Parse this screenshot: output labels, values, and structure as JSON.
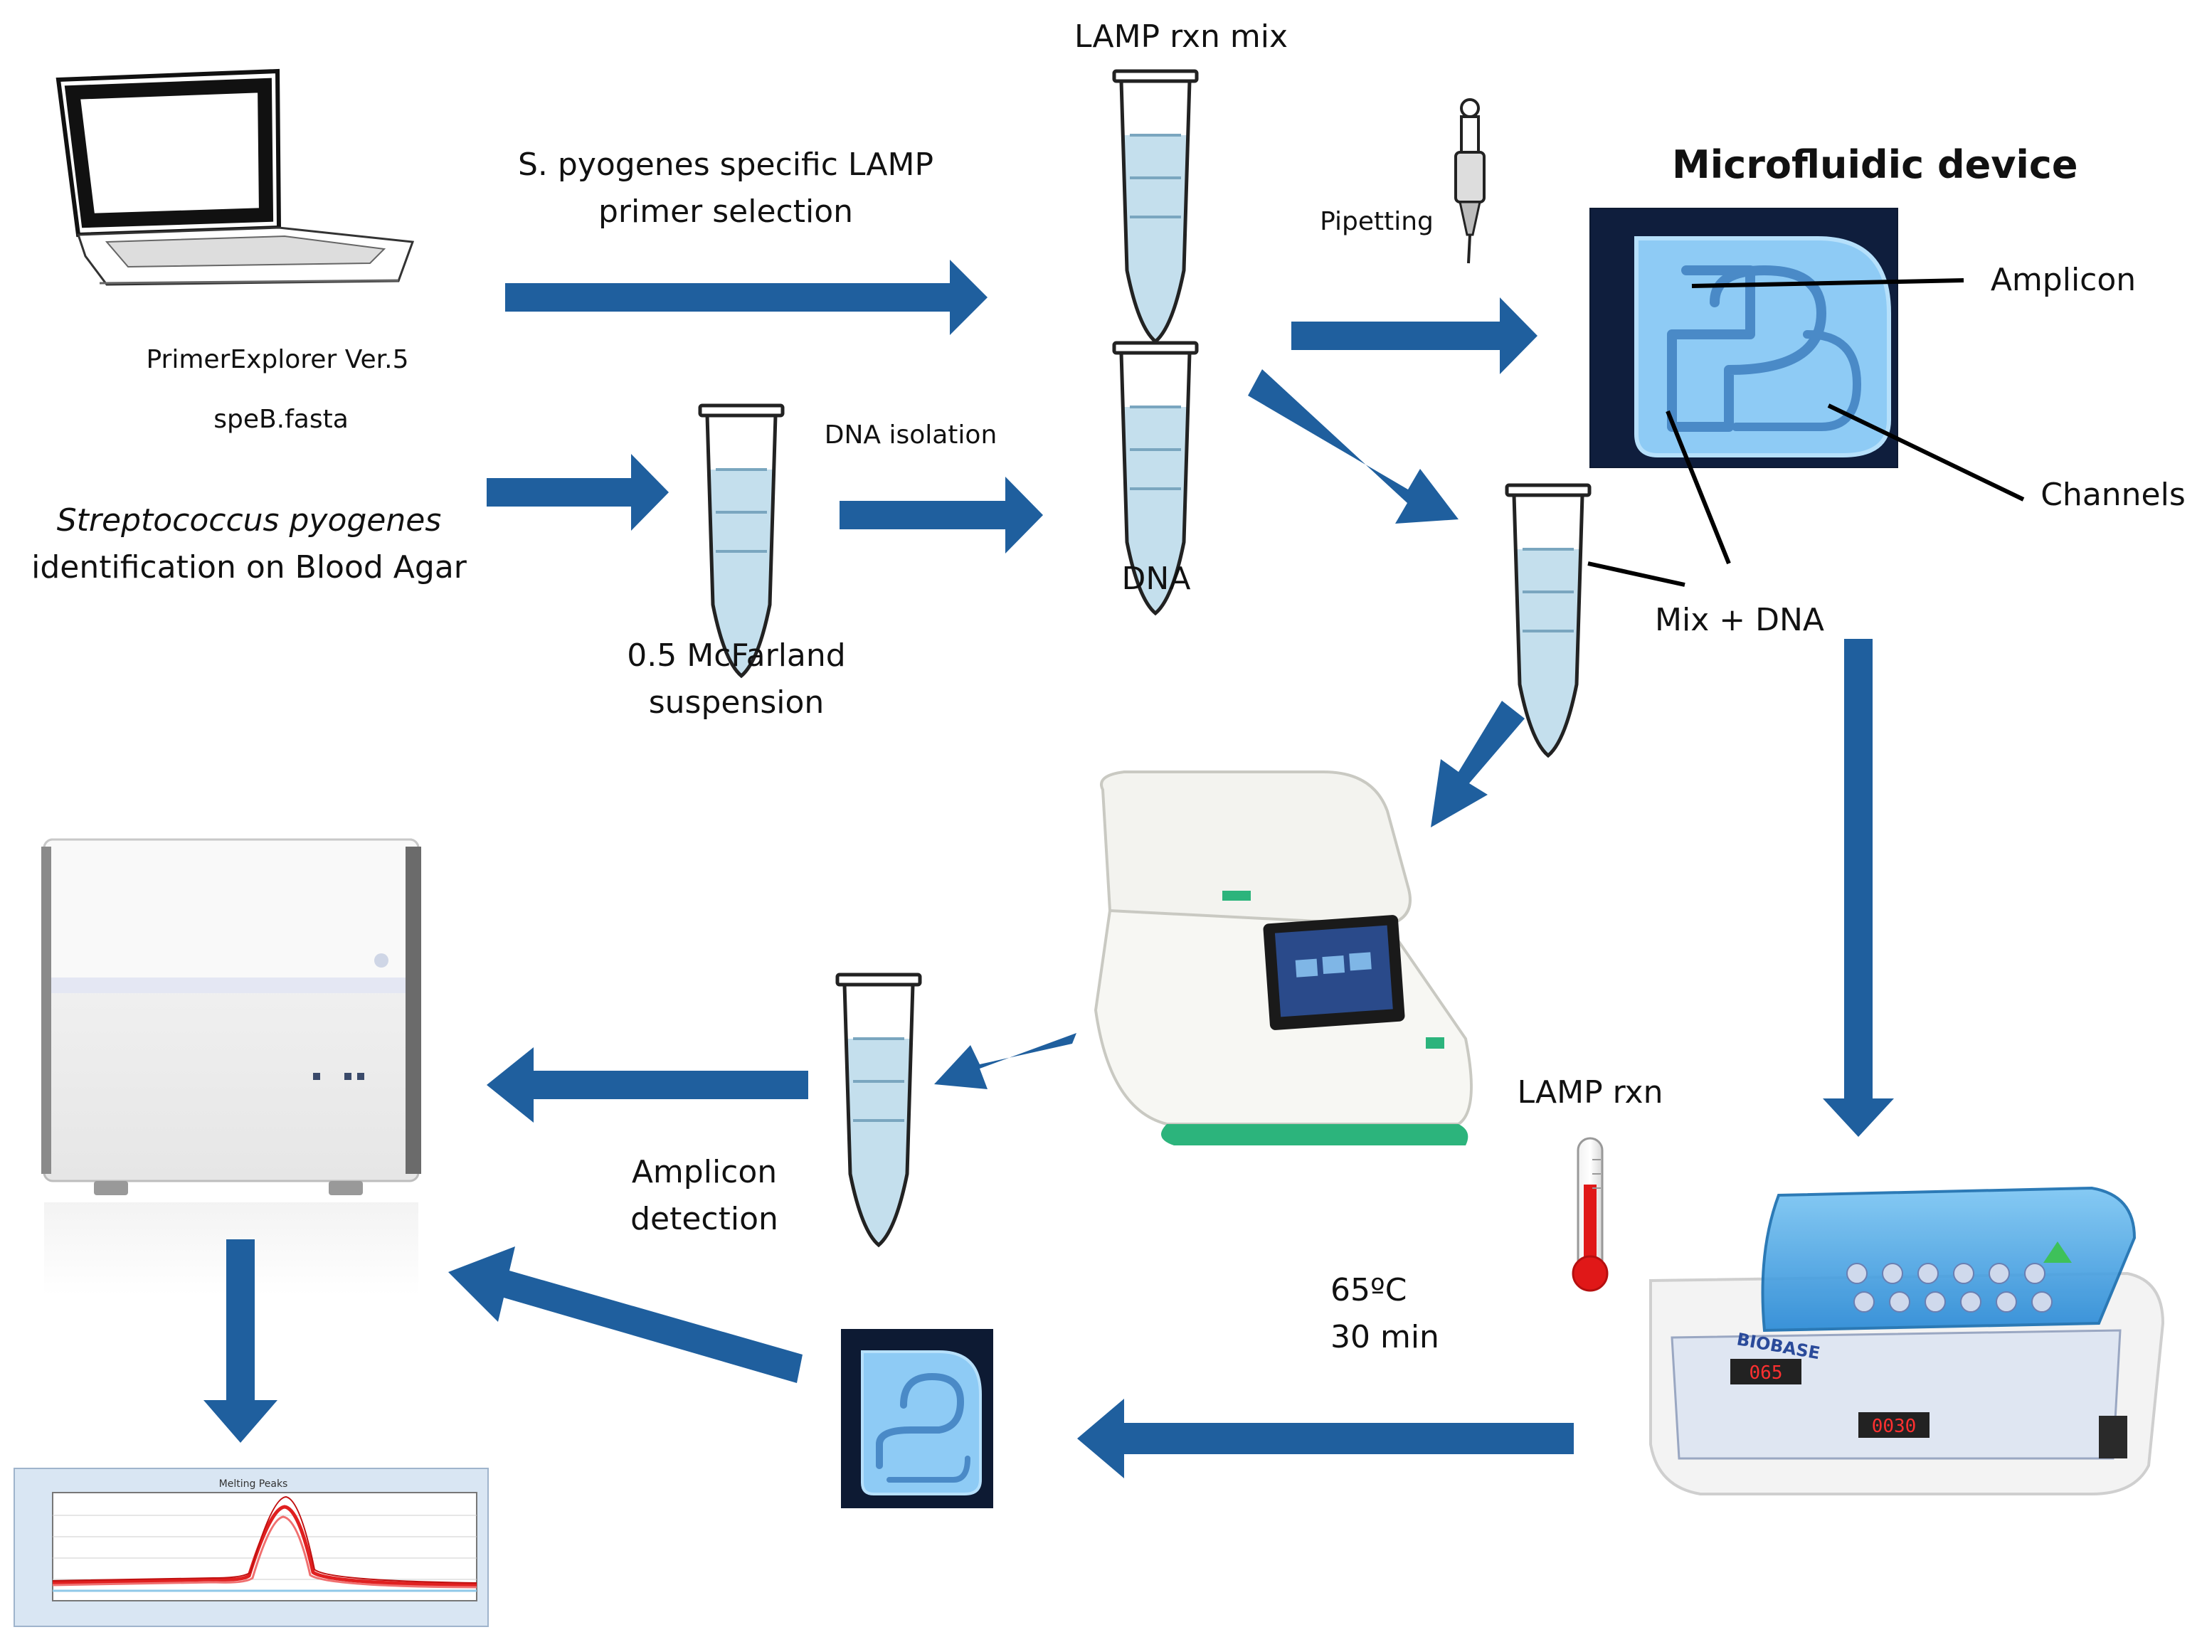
{
  "figure": {
    "labels": {
      "lamp_rxn_mix": "LAMP  rxn mix",
      "primer_selection_line1": "S. pyogenes specific LAMP",
      "primer_selection_line2": "primer selection",
      "primer_explorer": "PrimerExplorer Ver.5",
      "speb_fasta": "speB.fasta",
      "strep_line1": "Streptococcus pyogenes",
      "strep_line2": "identification on Blood Agar",
      "dna_isolation": "DNA isolation",
      "mcfarland_line1": "0.5 McFarland",
      "mcfarland_line2": "suspension",
      "dna": "DNA",
      "pipetting": "Pipetting",
      "microfluidic_device": "Microfluidic device",
      "amplicon": "Amplicon",
      "channels": "Channels",
      "mix_dna": "Mix + DNA",
      "lamp_rxn": "LAMP rxn",
      "temperature": "65ºC",
      "time": "30 min",
      "amplicon_detection_line1": "Amplicon",
      "amplicon_detection_line2": "detection",
      "biobase_brand": "BIOBASE",
      "melt_chart_title": "Melting Peaks"
    },
    "colors": {
      "arrow": "#1f5f9e",
      "tube_liquid": "#c4dfed",
      "chip_background": "#0d1a33",
      "chip_pattern": "#8ecbf5",
      "thermometer_red": "#e01818",
      "melt_curve": "#e02020",
      "incubator_lid": "#3fa2e6",
      "pcr_accent": "#2cb47c"
    }
  }
}
